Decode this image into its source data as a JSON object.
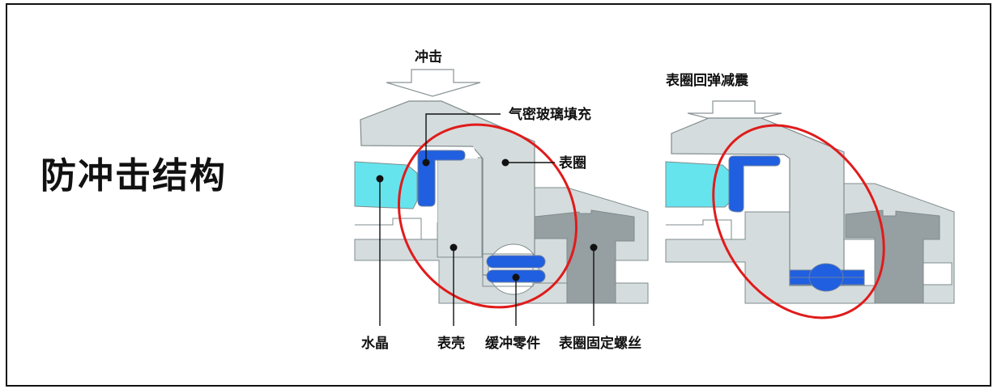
{
  "title": "防冲击结构",
  "left_diagram": {
    "impact_label": "冲击",
    "callouts": {
      "glass_seal": "气密玻璃填充",
      "bezel": "表圈",
      "crystal": "水晶",
      "case": "表壳",
      "buffer": "缓冲零件",
      "bezel_screw": "表圈固定螺丝"
    }
  },
  "right_diagram": {
    "label": "表圈回弹减震"
  },
  "colors": {
    "part_fill": "#d5dcdd",
    "part_stroke": "#7f8b8d",
    "crystal_fill": "#66e4ee",
    "blue_part": "#1f5fe0",
    "screw_fill": "#969fa2",
    "highlight_ellipse": "#e01b1b"
  }
}
